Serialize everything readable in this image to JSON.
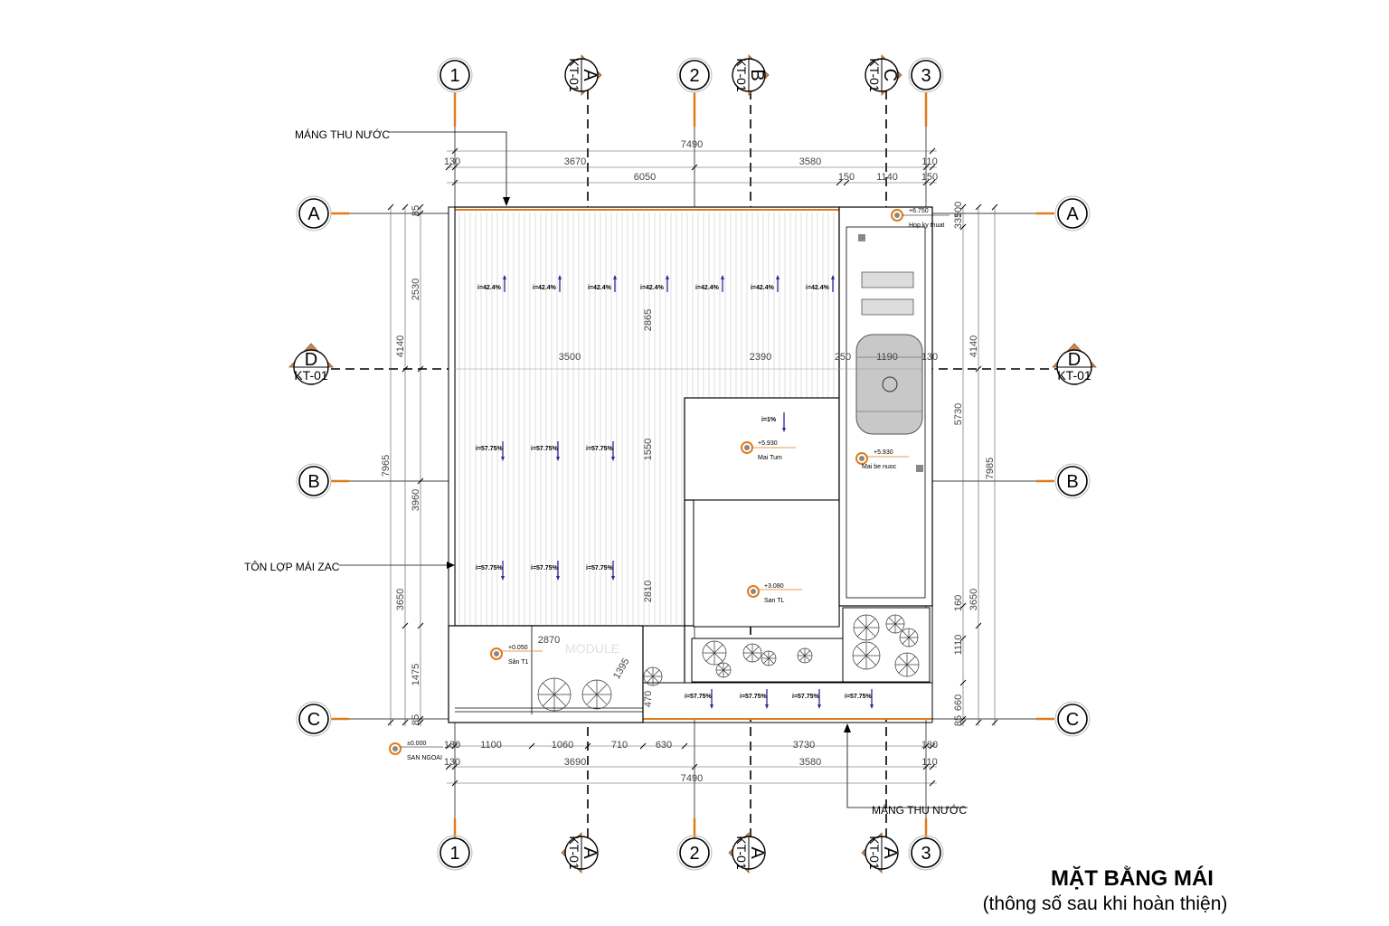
{
  "title": "MẶT BẰNG MÁI",
  "subtitle": "(thông số sau khi hoàn thiện)",
  "grid_columns": [
    "1",
    "2",
    "3"
  ],
  "grid_rows": [
    "A",
    "B",
    "C"
  ],
  "section_markers": {
    "a": {
      "letter": "A",
      "ref": "KT-01"
    },
    "b": {
      "letter": "B",
      "ref": "KT-01"
    },
    "c": {
      "letter": "C",
      "ref": "KT-01"
    },
    "d": {
      "letter": "D",
      "ref": "KT-01"
    }
  },
  "annotations": {
    "gutter_top": "MÁNG THU NƯỚC",
    "gutter_bottom": "MÁNG THU NƯỚC",
    "roof_sheet": "TÔN LỢP MÁI ZAC"
  },
  "levels": {
    "tech_box": {
      "value": "+6.750",
      "label": "Hop ky thuat"
    },
    "tum_roof": {
      "value": "+5.930",
      "label": "Mai Tum"
    },
    "tank_roof": {
      "value": "+5.930",
      "label": "Mai be nuoc"
    },
    "floor_tl": {
      "value": "+3.080",
      "label": "San TL"
    },
    "floor_t1": {
      "value": "+0.050",
      "label": "Sân T1"
    },
    "outside": {
      "value": "±0.000",
      "label": "SAN NGOAI"
    }
  },
  "slopes": {
    "upper": "i=42.4%",
    "middle": "i=57.75%",
    "flat": "i=1%"
  },
  "dimensions": {
    "top_total": "7490",
    "top_split": [
      "130",
      "3670",
      "3580",
      "110"
    ],
    "top_inner": [
      "6050",
      "150",
      "1140",
      "150"
    ],
    "bottom_split": [
      "130",
      "1100",
      "1060",
      "710",
      "630",
      "3730",
      "130"
    ],
    "bottom_mid": [
      "130",
      "3690",
      "3580",
      "110"
    ],
    "bottom_total": "7490",
    "left_total": "7965",
    "left_mid": [
      "4140",
      "3650"
    ],
    "left_inner": [
      "85",
      "2530",
      "3960",
      "1475",
      "85"
    ],
    "right_total": "7985",
    "right_mid": [
      "4140",
      "3650"
    ],
    "right_inner": [
      "100",
      "335",
      "5730",
      "160",
      "1110",
      "660",
      "85"
    ],
    "inner_horizontal": [
      "3500",
      "2390",
      "250",
      "1190",
      "130",
      "2870"
    ],
    "inner_vertical": [
      "2865",
      "1550",
      "2810",
      "470",
      "1395"
    ]
  },
  "watermark": "MODULE",
  "colors": {
    "accent": "#e07b1a",
    "line": "#000000",
    "arrow": "#2a2a9a",
    "tank": "#c8c8c8"
  }
}
